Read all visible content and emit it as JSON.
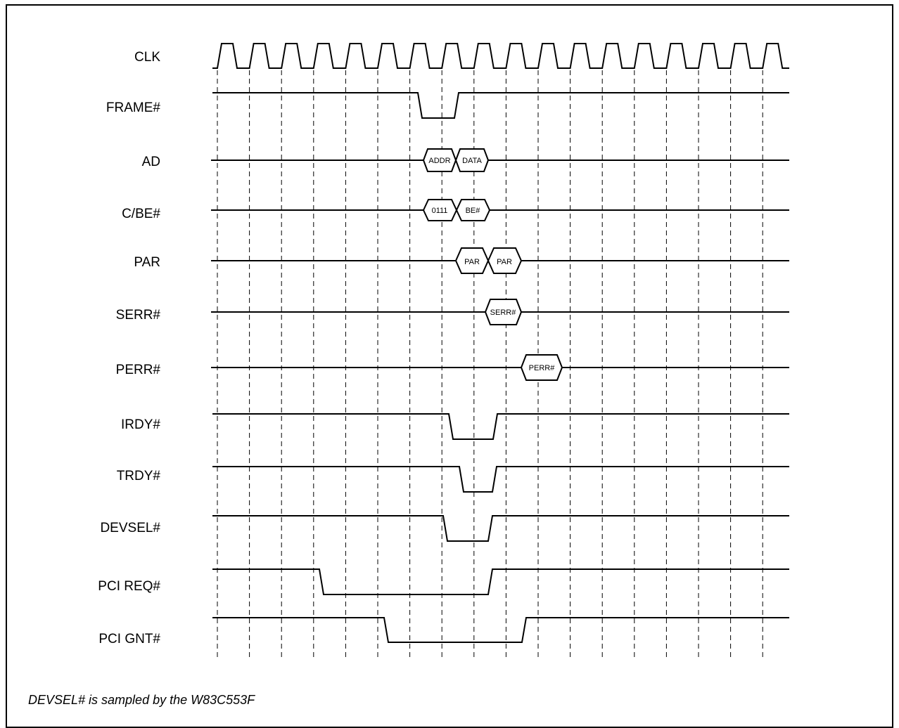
{
  "signals": [
    {
      "id": "clk",
      "label": "CLK"
    },
    {
      "id": "frame",
      "label": "FRAME#"
    },
    {
      "id": "ad",
      "label": "AD"
    },
    {
      "id": "cbe",
      "label": "C/BE#"
    },
    {
      "id": "par",
      "label": "PAR"
    },
    {
      "id": "serr",
      "label": "SERR#"
    },
    {
      "id": "perr",
      "label": "PERR#"
    },
    {
      "id": "irdy",
      "label": "IRDY#"
    },
    {
      "id": "trdy",
      "label": "TRDY#"
    },
    {
      "id": "devsel",
      "label": "DEVSEL#"
    },
    {
      "id": "pcireq",
      "label": "PCI REQ#"
    },
    {
      "id": "pcignt",
      "label": "PCI GNT#"
    }
  ],
  "boxes": {
    "ad_addr": "ADDR",
    "ad_data": "DATA",
    "cbe_cmd": "0111",
    "cbe_be": "BE#",
    "par_1": "PAR",
    "par_2": "PAR",
    "serr": "SERR#",
    "perr": "PERR#"
  },
  "caption": "DEVSEL# is sampled by the W83C553F"
}
